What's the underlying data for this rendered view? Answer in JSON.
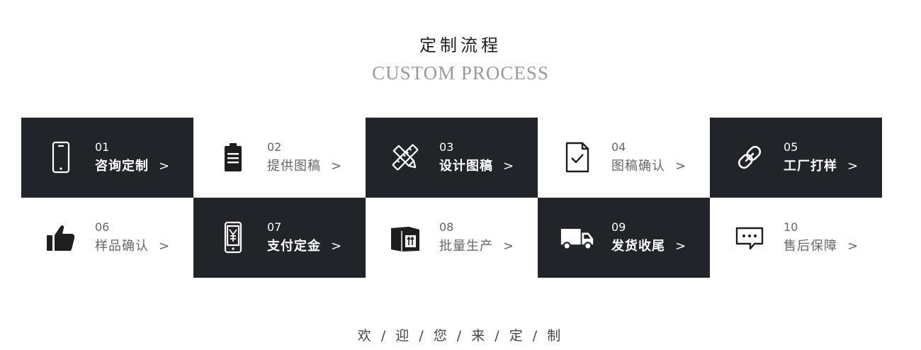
{
  "header": {
    "title_cn": "定制流程",
    "title_en": "CUSTOM PROCESS"
  },
  "colors": {
    "dark_cell": "#212529",
    "light_cell": "#ffffff",
    "title_en": "#9a9a9a"
  },
  "steps": [
    {
      "num": "01",
      "label": "咨询定制",
      "arrow": ">",
      "icon": "phone-icon"
    },
    {
      "num": "02",
      "label": "提供图稿",
      "arrow": ">",
      "icon": "clipboard-icon"
    },
    {
      "num": "03",
      "label": "设计图稿",
      "arrow": ">",
      "icon": "pencil-ruler-icon"
    },
    {
      "num": "04",
      "label": "图稿确认",
      "arrow": ">",
      "icon": "document-check-icon"
    },
    {
      "num": "05",
      "label": "工厂打样",
      "arrow": ">",
      "icon": "link-icon"
    },
    {
      "num": "06",
      "label": "样品确认",
      "arrow": ">",
      "icon": "thumbs-up-icon"
    },
    {
      "num": "07",
      "label": "支付定金",
      "arrow": ">",
      "icon": "mobile-payment-icon"
    },
    {
      "num": "08",
      "label": "批量生产",
      "arrow": ">",
      "icon": "box-icon"
    },
    {
      "num": "09",
      "label": "发货收尾",
      "arrow": ">",
      "icon": "truck-icon"
    },
    {
      "num": "10",
      "label": "售后保障",
      "arrow": ">",
      "icon": "chat-bubble-icon"
    }
  ],
  "footer": {
    "text": "欢 / 迎 / 您 / 来 / 定 / 制"
  }
}
